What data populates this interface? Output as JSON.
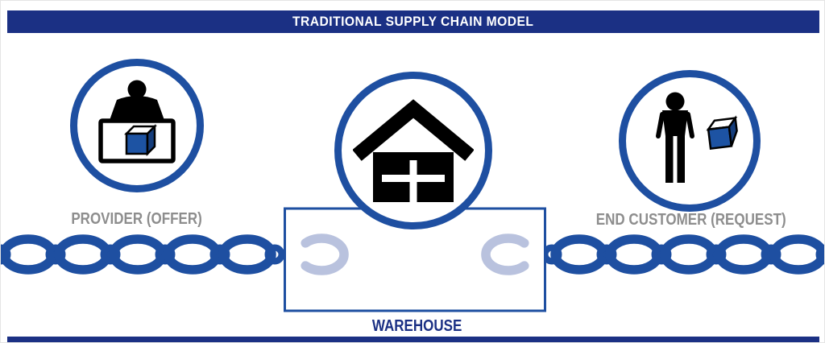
{
  "header": {
    "title": "TRADITIONAL SUPPLY CHAIN MODEL"
  },
  "labels": {
    "provider": "PROVIDER (OFFER)",
    "end_customer": "END CUSTOMER (REQUEST)",
    "warehouse": "WAREHOUSE"
  },
  "icons": {
    "provider": "person-offering-box-icon",
    "warehouse": "warehouse-building-icon",
    "end_customer": "person-with-box-icon"
  },
  "colors": {
    "navy": "#1b3084",
    "blue": "#1e4fa1",
    "box_blue": "#1d53a3",
    "box_blue_dark": "#153d7c",
    "broken_link": "#b9c2de",
    "label_gray": "#8d8d8d"
  }
}
